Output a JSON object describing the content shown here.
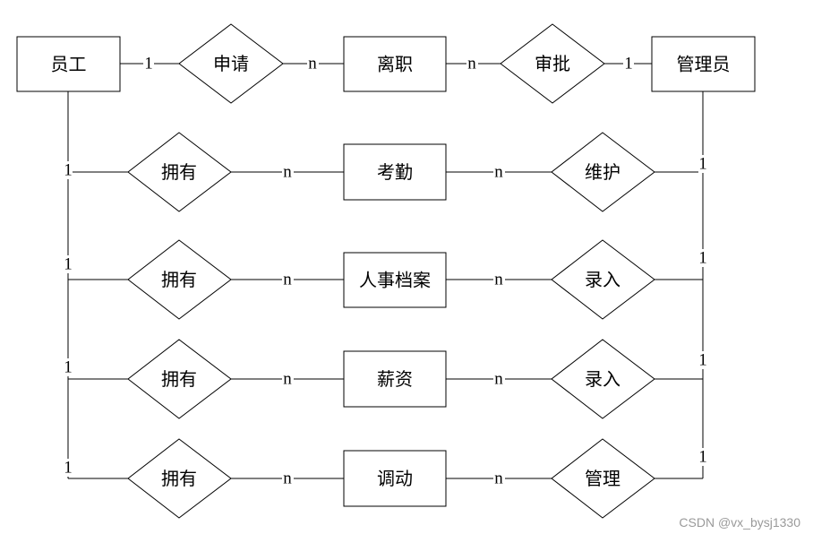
{
  "entities": {
    "employee": "员工",
    "resignation": "离职",
    "admin": "管理员",
    "attendance": "考勤",
    "hr_file": "人事档案",
    "salary": "薪资",
    "transfer": "调动"
  },
  "relations": {
    "apply": "申请",
    "approve": "审批",
    "own_attendance": "拥有",
    "maintain": "维护",
    "own_hr_file": "拥有",
    "enter_hr_file": "录入",
    "own_salary": "拥有",
    "enter_salary": "录入",
    "own_transfer": "拥有",
    "manage": "管理"
  },
  "cardinality": {
    "one": "1",
    "many": "n"
  },
  "watermark": "CSDN @vx_bysj1330"
}
